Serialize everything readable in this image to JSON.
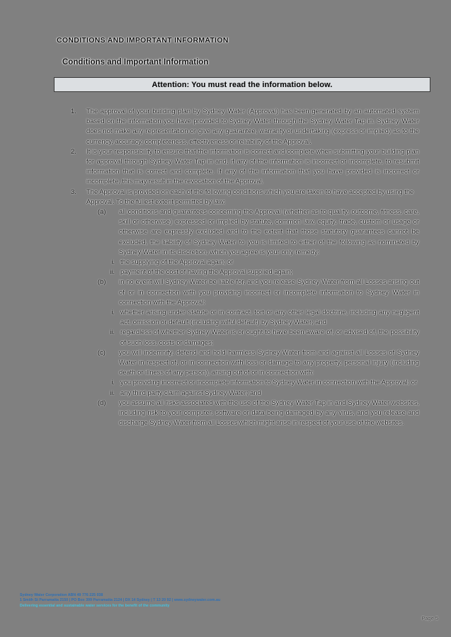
{
  "document": {
    "title": "CONDITIONS AND IMPORTANT INFORMATION",
    "section_heading": "Conditions and Important Information",
    "attention_banner": "Attention: You must read the information below.",
    "page_label": "Page 5"
  },
  "clauses": [
    {
      "number": "1.",
      "text": "The approval of your building plan by Sydney Water (Approval) has been generated by an automated system based on the information you have provided to Sydney Water through the Sydney Water Tap in. Sydney Water does not make any representation or give any guarantee, warranty or undertaking (express or implied) as to the currency, accuracy, completeness, effectiveness or reliability of the Approval."
    },
    {
      "number": "2.",
      "text": "It is your responsibility to ensure that the information is correct and complete when submitting your building plan for approval through Sydney Water Tap in and, if any of the information is incorrect or incomplete, to resubmit information that is correct and complete. If any of the information that you have provided is incorrect or incomplete, this may result in the revocation of the Approval."
    },
    {
      "number": "3.",
      "text": "The Approval is provided on each of the following conditions which you are taken to have accepted by using the Approval. To the fullest extent permitted by law:"
    }
  ],
  "sub_clauses": [
    {
      "label": "(a)",
      "text": "all conditions and guarantees concerning the Approval (whether as to quality, outcome, fitness, care, skill or otherwise) expressed or implied by statute, common law, equity, trade, custom or usage or otherwise are expressly excluded and to the extent that those statutory guarantees cannot be excluded, the liability of Sydney Water to you is limited to either of the following as nominated by Sydney Water in its discretion, which you agree is your only remedy:",
      "romans": [
        {
          "label": "i.",
          "text": "the supplying of the Approval again; or"
        },
        {
          "label": "ii.",
          "text": "payment of the cost of having the Approval supplied again;"
        }
      ]
    },
    {
      "label": "(b)",
      "text": "in no event will Sydney Water be liable for, and you release Sydney Water from all Losses arising out of or in connection with you providing incorrect or incomplete information to Sydney Water in connection with the Approval:",
      "romans": [
        {
          "label": "i.",
          "text": "whether arising under statute or in contract, tort or any other legal doctrine, including any negligent act, omission or default (including wilful default) by Sydney Water; and"
        },
        {
          "label": "ii.",
          "text": "regardless of whether Sydney Water is or ought to have been aware of, or advised of, the possibility of such loss, costs or damages;"
        }
      ]
    },
    {
      "label": "(c)",
      "text": "you will indemnify, defend and hold harmless Sydney Water from and against all Losses of Sydney Water in respect of, or in connection with loss or damage to any property, personal injury (including death or illness of any person), arising out of or in connection with:",
      "romans": [
        {
          "label": "i.",
          "text": "you providing incorrect or incomplete information to Sydney Water in connection with the Approval; or"
        },
        {
          "label": "ii.",
          "text": "any third party claim against Sydney Water; and"
        }
      ]
    },
    {
      "label": "(d)",
      "text": "you assume all risks associated with the use of the Sydney Water Tap in and Sydney Water websites, including risk to your computer, software or data being damaged by any virus, and you release and discharge Sydney Water from all Losses which might arise in respect of your use of the websites.",
      "romans": []
    }
  ],
  "footer": {
    "line1": "Sydney Water Corporation  ABN 49 776 225 038",
    "line2": "1 Smith St Parramatta 2150 | PO Box 399 Parramatta 2124 | DX 14 Sydney | T 13 20 92 | www.sydneywater.com.au",
    "line3": "Delivering essential and sustainable water services for the benefit of the community"
  },
  "colors": {
    "page_background": "#808080",
    "banner_fill": "#dcdfe2",
    "banner_border": "#3a3a3a",
    "footer_blue": "#2d6fb5",
    "footer_cyan": "#44c2df"
  }
}
